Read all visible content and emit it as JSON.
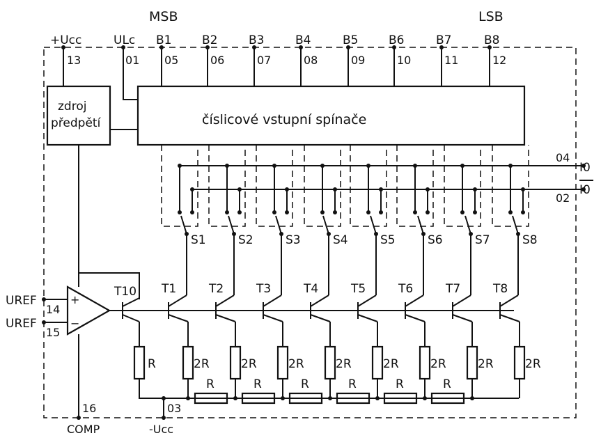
{
  "labels": {
    "msb": "MSB",
    "lsb": "LSB",
    "vcc": "+Ucc",
    "vcc_pin": "13",
    "ulc": "ULc",
    "ulc_pin": "01",
    "comp": "COMP",
    "comp_pin": "16",
    "vee": "-Ucc",
    "vee_pin": "03",
    "io": "I0",
    "io_pin": "04",
    "io_bar": "I0",
    "io_bar_pin": "02",
    "uref_plus": "UREF",
    "uref_plus_pin": "14",
    "uref_minus": "UREF",
    "uref_minus_pin": "15",
    "bias_line1": "zdroj",
    "bias_line2": "předpětí",
    "switches_block": "číslicové vstupní spínače",
    "opamp_plus": "+",
    "opamp_minus": "−",
    "t10": "T10",
    "r_ref": "R"
  },
  "bits": [
    {
      "name": "B1",
      "pin": "05"
    },
    {
      "name": "B2",
      "pin": "06"
    },
    {
      "name": "B3",
      "pin": "07"
    },
    {
      "name": "B4",
      "pin": "08"
    },
    {
      "name": "B5",
      "pin": "09"
    },
    {
      "name": "B6",
      "pin": "10"
    },
    {
      "name": "B7",
      "pin": "11"
    },
    {
      "name": "B8",
      "pin": "12"
    }
  ],
  "switches": [
    "S1",
    "S2",
    "S3",
    "S4",
    "S5",
    "S6",
    "S7",
    "S8"
  ],
  "transistors": [
    "T1",
    "T2",
    "T3",
    "T4",
    "T5",
    "T6",
    "T7",
    "T8"
  ],
  "emitter_resistors": [
    "2R",
    "2R",
    "2R",
    "2R",
    "2R",
    "2R",
    "2R",
    "2R"
  ],
  "ladder_resistors": [
    "R",
    "R",
    "R",
    "R",
    "R",
    "R"
  ]
}
